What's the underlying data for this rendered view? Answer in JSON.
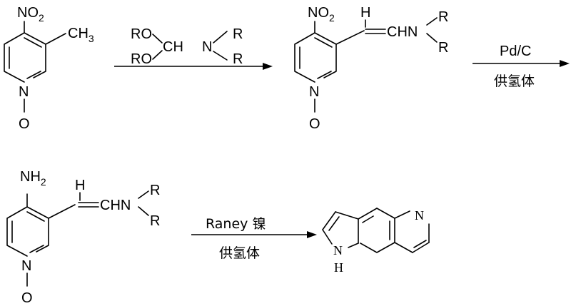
{
  "compound1": {
    "nitro": "NO",
    "nitro_sub": "2",
    "methyl": "CH",
    "methyl_sub": "3",
    "ring_n": "N",
    "oxide_o": "O"
  },
  "reagent1": {
    "ro_top": "RO",
    "ro_bottom": "RO",
    "ch": "CH",
    "n": "N",
    "r_top": "R",
    "r_bottom": "R"
  },
  "compound2": {
    "nitro": "NO",
    "nitro_sub": "2",
    "vinyl_h": "H",
    "amine": "CHN",
    "r_top": "R",
    "r_bottom": "R",
    "ring_n": "N",
    "oxide_o": "O"
  },
  "arrow1": {
    "above": "",
    "below": ""
  },
  "arrow2": {
    "above": "Pd/C",
    "below": "供氢体"
  },
  "compound3": {
    "amino": "NH",
    "amino_sub": "2",
    "vinyl_h": "H",
    "amine": "CHN",
    "r_top": "R",
    "r_bottom": "R",
    "ring_n": "N",
    "oxide_o": "O"
  },
  "arrow3": {
    "above": "Raney 镍",
    "below": "供氢体"
  },
  "product": {
    "pyridine_n": "N",
    "pyrrole_n": "N",
    "pyrrole_h": "H"
  }
}
